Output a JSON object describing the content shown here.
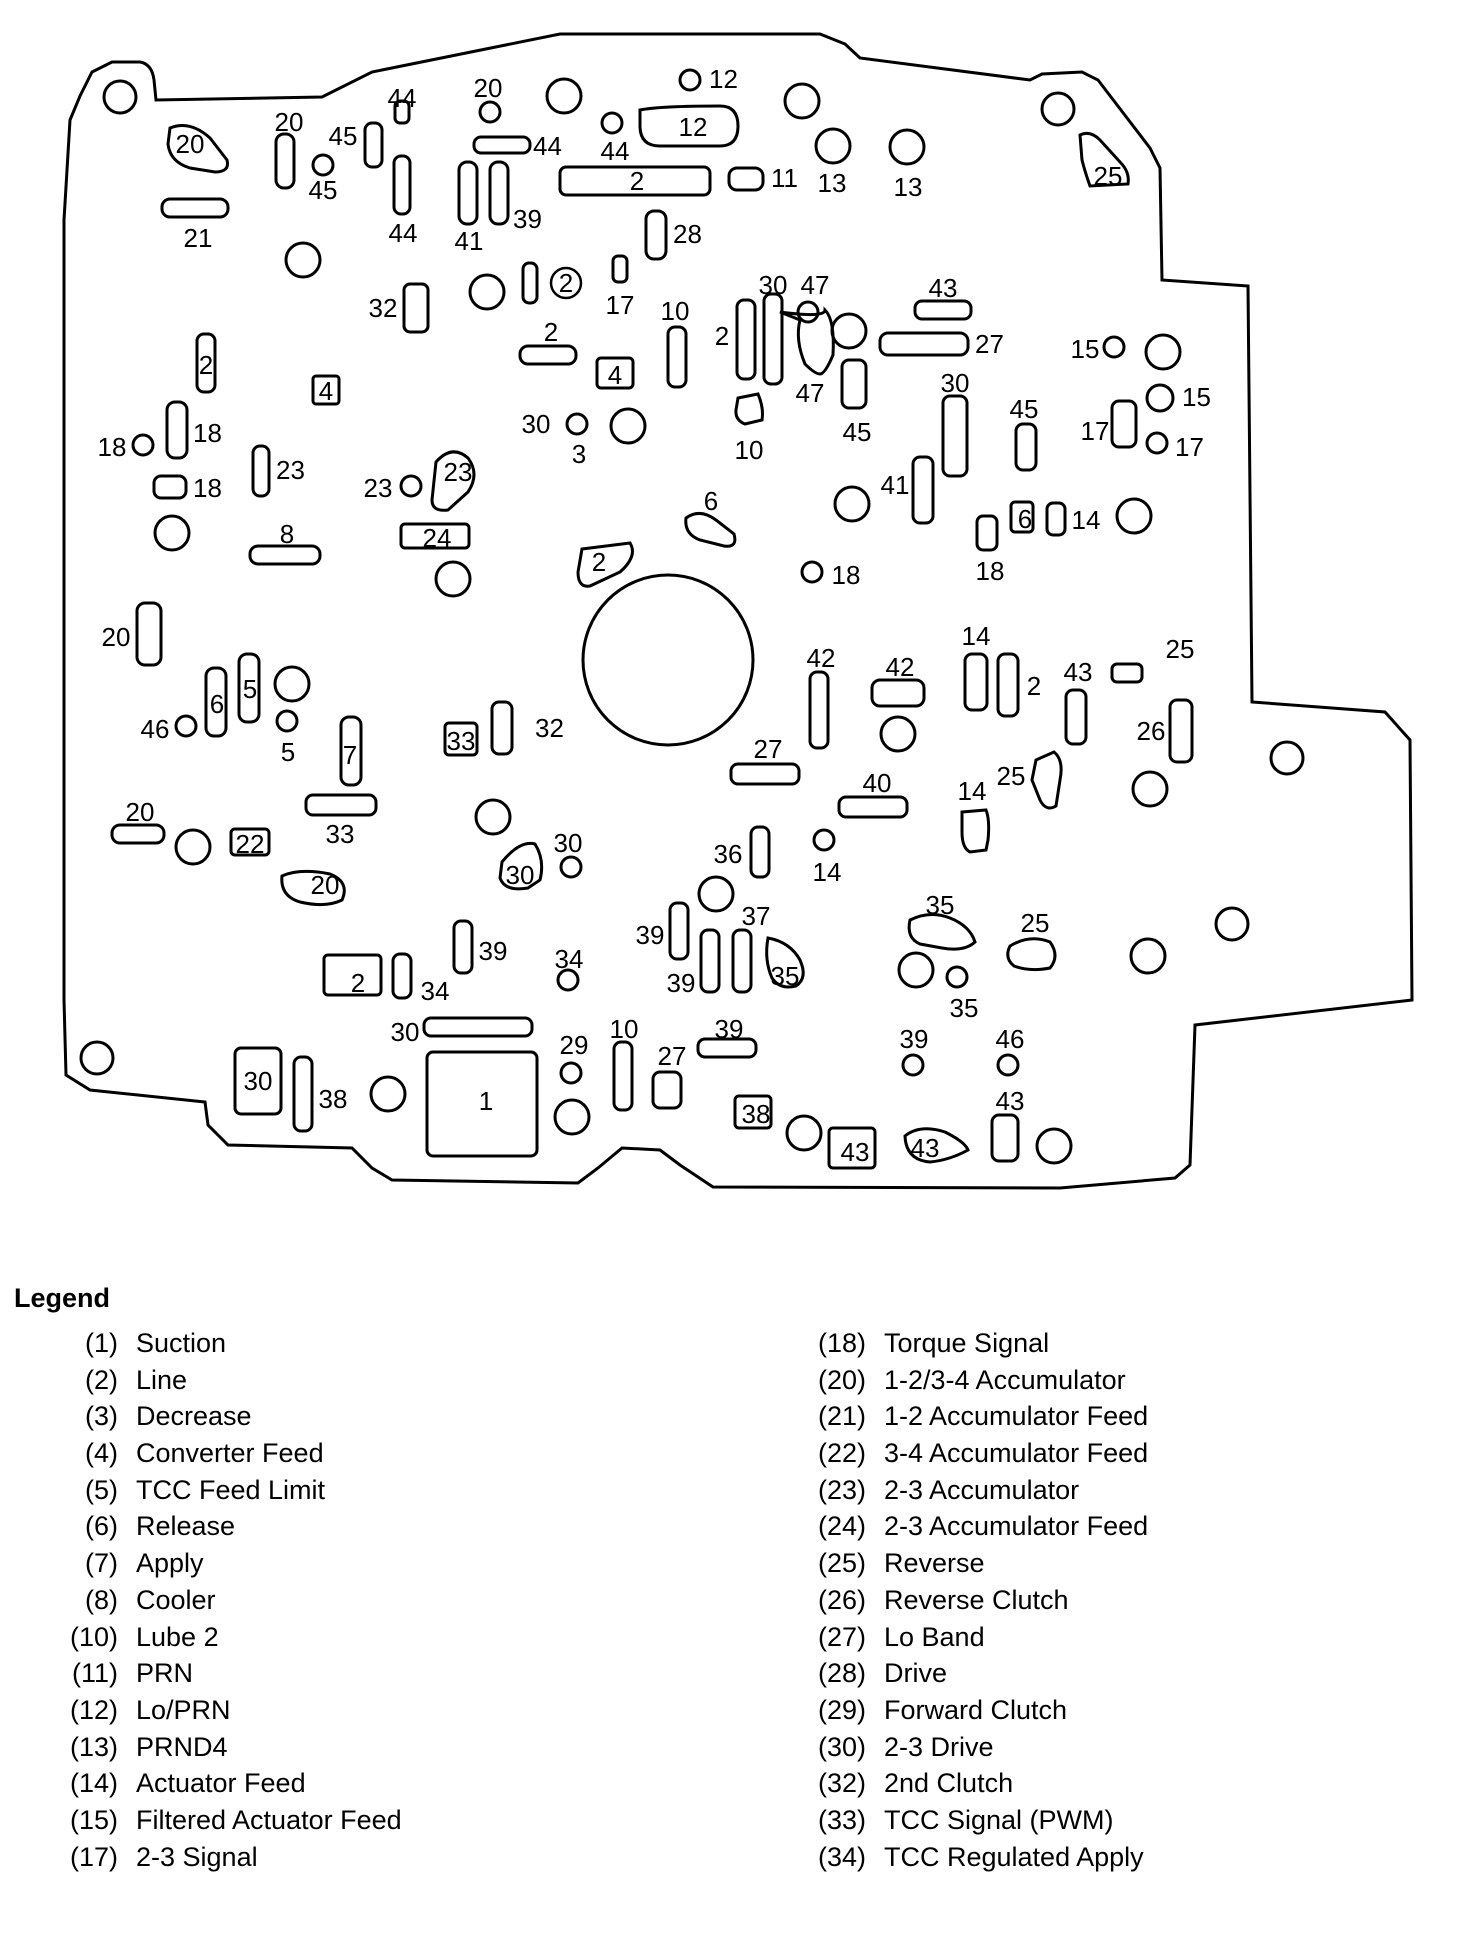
{
  "plate_labels": {
    "n1": "1",
    "n2": "2",
    "n3": "3",
    "n4": "4",
    "n5": "5",
    "n6": "6",
    "n7": "7",
    "n8": "8",
    "n10": "10",
    "n11": "11",
    "n12": "12",
    "n13": "13",
    "n14": "14",
    "n15": "15",
    "n17": "17",
    "n18": "18",
    "n20": "20",
    "n21": "21",
    "n22": "22",
    "n23": "23",
    "n24": "24",
    "n25": "25",
    "n26": "26",
    "n27": "27",
    "n28": "28",
    "n29": "29",
    "n30": "30",
    "n32": "32",
    "n33": "33",
    "n34": "34",
    "n35": "35",
    "n36": "36",
    "n37": "37",
    "n38": "38",
    "n39": "39",
    "n40": "40",
    "n41": "41",
    "n42": "42",
    "n43": "43",
    "n44": "44",
    "n45": "45",
    "n46": "46",
    "n47": "47"
  },
  "legend": {
    "title": "Legend",
    "left": [
      {
        "num": "(1)",
        "label": "Suction"
      },
      {
        "num": "(2)",
        "label": "Line"
      },
      {
        "num": "(3)",
        "label": "Decrease"
      },
      {
        "num": "(4)",
        "label": "Converter Feed"
      },
      {
        "num": "(5)",
        "label": "TCC Feed Limit"
      },
      {
        "num": "(6)",
        "label": "Release"
      },
      {
        "num": "(7)",
        "label": "Apply"
      },
      {
        "num": "(8)",
        "label": "Cooler"
      },
      {
        "num": "(10)",
        "label": "Lube 2"
      },
      {
        "num": "(11)",
        "label": "PRN"
      },
      {
        "num": "(12)",
        "label": "Lo/PRN"
      },
      {
        "num": "(13)",
        "label": "PRND4"
      },
      {
        "num": "(14)",
        "label": "Actuator Feed"
      },
      {
        "num": "(15)",
        "label": "Filtered Actuator Feed"
      },
      {
        "num": "(17)",
        "label": "2-3 Signal"
      }
    ],
    "right": [
      {
        "num": "(18)",
        "label": "Torque Signal"
      },
      {
        "num": "(20)",
        "label": "1-2/3-4 Accumulator"
      },
      {
        "num": "(21)",
        "label": "1-2 Accumulator Feed"
      },
      {
        "num": "(22)",
        "label": "3-4 Accumulator Feed"
      },
      {
        "num": "(23)",
        "label": "2-3 Accumulator"
      },
      {
        "num": "(24)",
        "label": "2-3 Accumulator Feed"
      },
      {
        "num": "(25)",
        "label": "Reverse"
      },
      {
        "num": "(26)",
        "label": "Reverse Clutch"
      },
      {
        "num": "(27)",
        "label": "Lo Band"
      },
      {
        "num": "(28)",
        "label": "Drive"
      },
      {
        "num": "(29)",
        "label": "Forward Clutch"
      },
      {
        "num": "(30)",
        "label": "2-3 Drive"
      },
      {
        "num": "(32)",
        "label": "2nd Clutch"
      },
      {
        "num": "(33)",
        "label": "TCC Signal (PWM)"
      },
      {
        "num": "(34)",
        "label": "TCC Regulated Apply"
      }
    ]
  }
}
